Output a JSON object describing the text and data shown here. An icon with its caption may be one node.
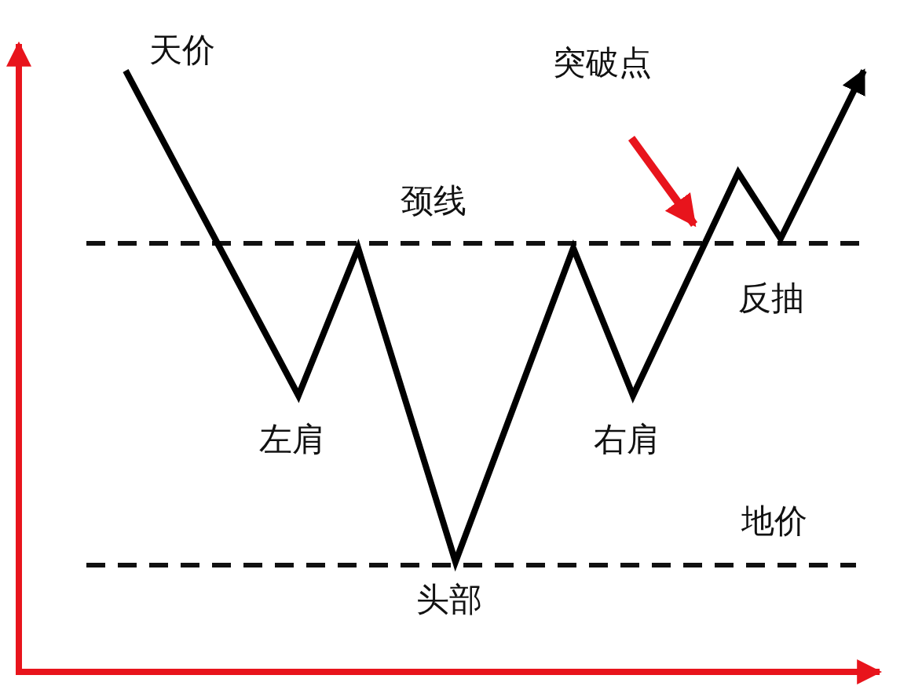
{
  "diagram": {
    "labels": [
      "天价",
      "突破点",
      "颈线",
      "反抽",
      "左肩",
      "右肩",
      "地价",
      "头部"
    ]
  }
}
